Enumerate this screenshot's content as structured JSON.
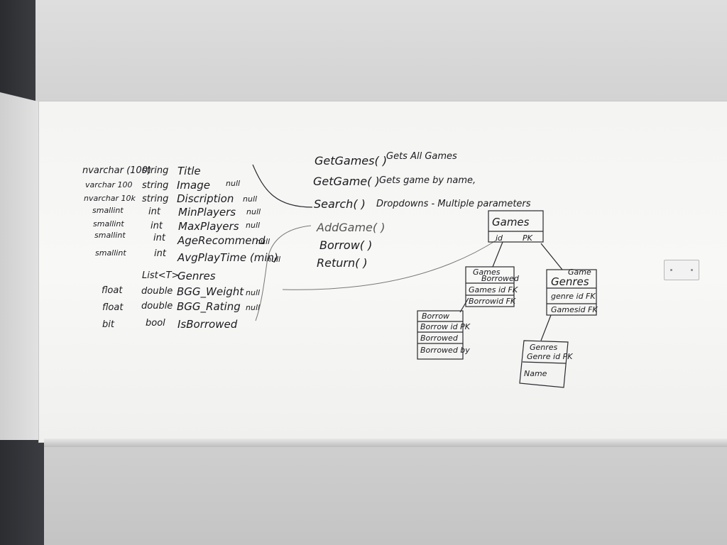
{
  "fields": [
    {
      "sql": "nvarchar (100)",
      "type": "string",
      "name": "Title",
      "nullable": ""
    },
    {
      "sql": "varchar 100",
      "type": "string",
      "name": "Image",
      "nullable": "null"
    },
    {
      "sql": "nvarchar 10k",
      "type": "string",
      "name": "Discription",
      "nullable": "null"
    },
    {
      "sql": "smallint",
      "type": "int",
      "name": "MinPlayers",
      "nullable": "null"
    },
    {
      "sql": "smallint",
      "type": "int",
      "name": "MaxPlayers",
      "nullable": "null"
    },
    {
      "sql": "smallint",
      "type": "int",
      "name": "AgeRecommend",
      "nullable": "null"
    },
    {
      "sql": "smallint",
      "type": "int",
      "name": "AvgPlayTime (min)",
      "nullable": "null"
    },
    {
      "sql": "",
      "type": "List<T>",
      "name": "Genres",
      "nullable": ""
    },
    {
      "sql": "float",
      "type": "double",
      "name": "BGG_Weight",
      "nullable": "null"
    },
    {
      "sql": "float",
      "type": "double",
      "name": "BGG_Rating",
      "nullable": "null"
    },
    {
      "sql": "bit",
      "type": "bool",
      "name": "IsBorrowed",
      "nullable": ""
    }
  ],
  "methods": [
    {
      "name": "GetGames( )",
      "note": "Gets All Games"
    },
    {
      "name": "GetGame( )",
      "note": "Gets game by name,"
    },
    {
      "name": "Search( )",
      "note": "Dropdowns - Multiple parameters"
    },
    {
      "name": "AddGame( )",
      "note": ""
    },
    {
      "name": "Borrow( )",
      "note": ""
    },
    {
      "name": "Return( )",
      "note": ""
    }
  ],
  "erd": {
    "games": {
      "title": "Games",
      "id": "id",
      "pk": "PK"
    },
    "games_borrowed": {
      "title1": "Games",
      "title2": "Borrowed",
      "rows": [
        "Games id FK",
        "Borrowid FK"
      ]
    },
    "game_genres": {
      "title1": "Game",
      "title2": "Genres",
      "rows": [
        "genre id FK",
        "Gamesid FK"
      ]
    },
    "borrow": {
      "title": "Borrow",
      "rows": [
        "Borrow id PK",
        "Borrowed",
        "Borrowed by"
      ]
    },
    "genres": {
      "title": "Genres",
      "rows": [
        "Genre id PK",
        "Name"
      ]
    }
  }
}
